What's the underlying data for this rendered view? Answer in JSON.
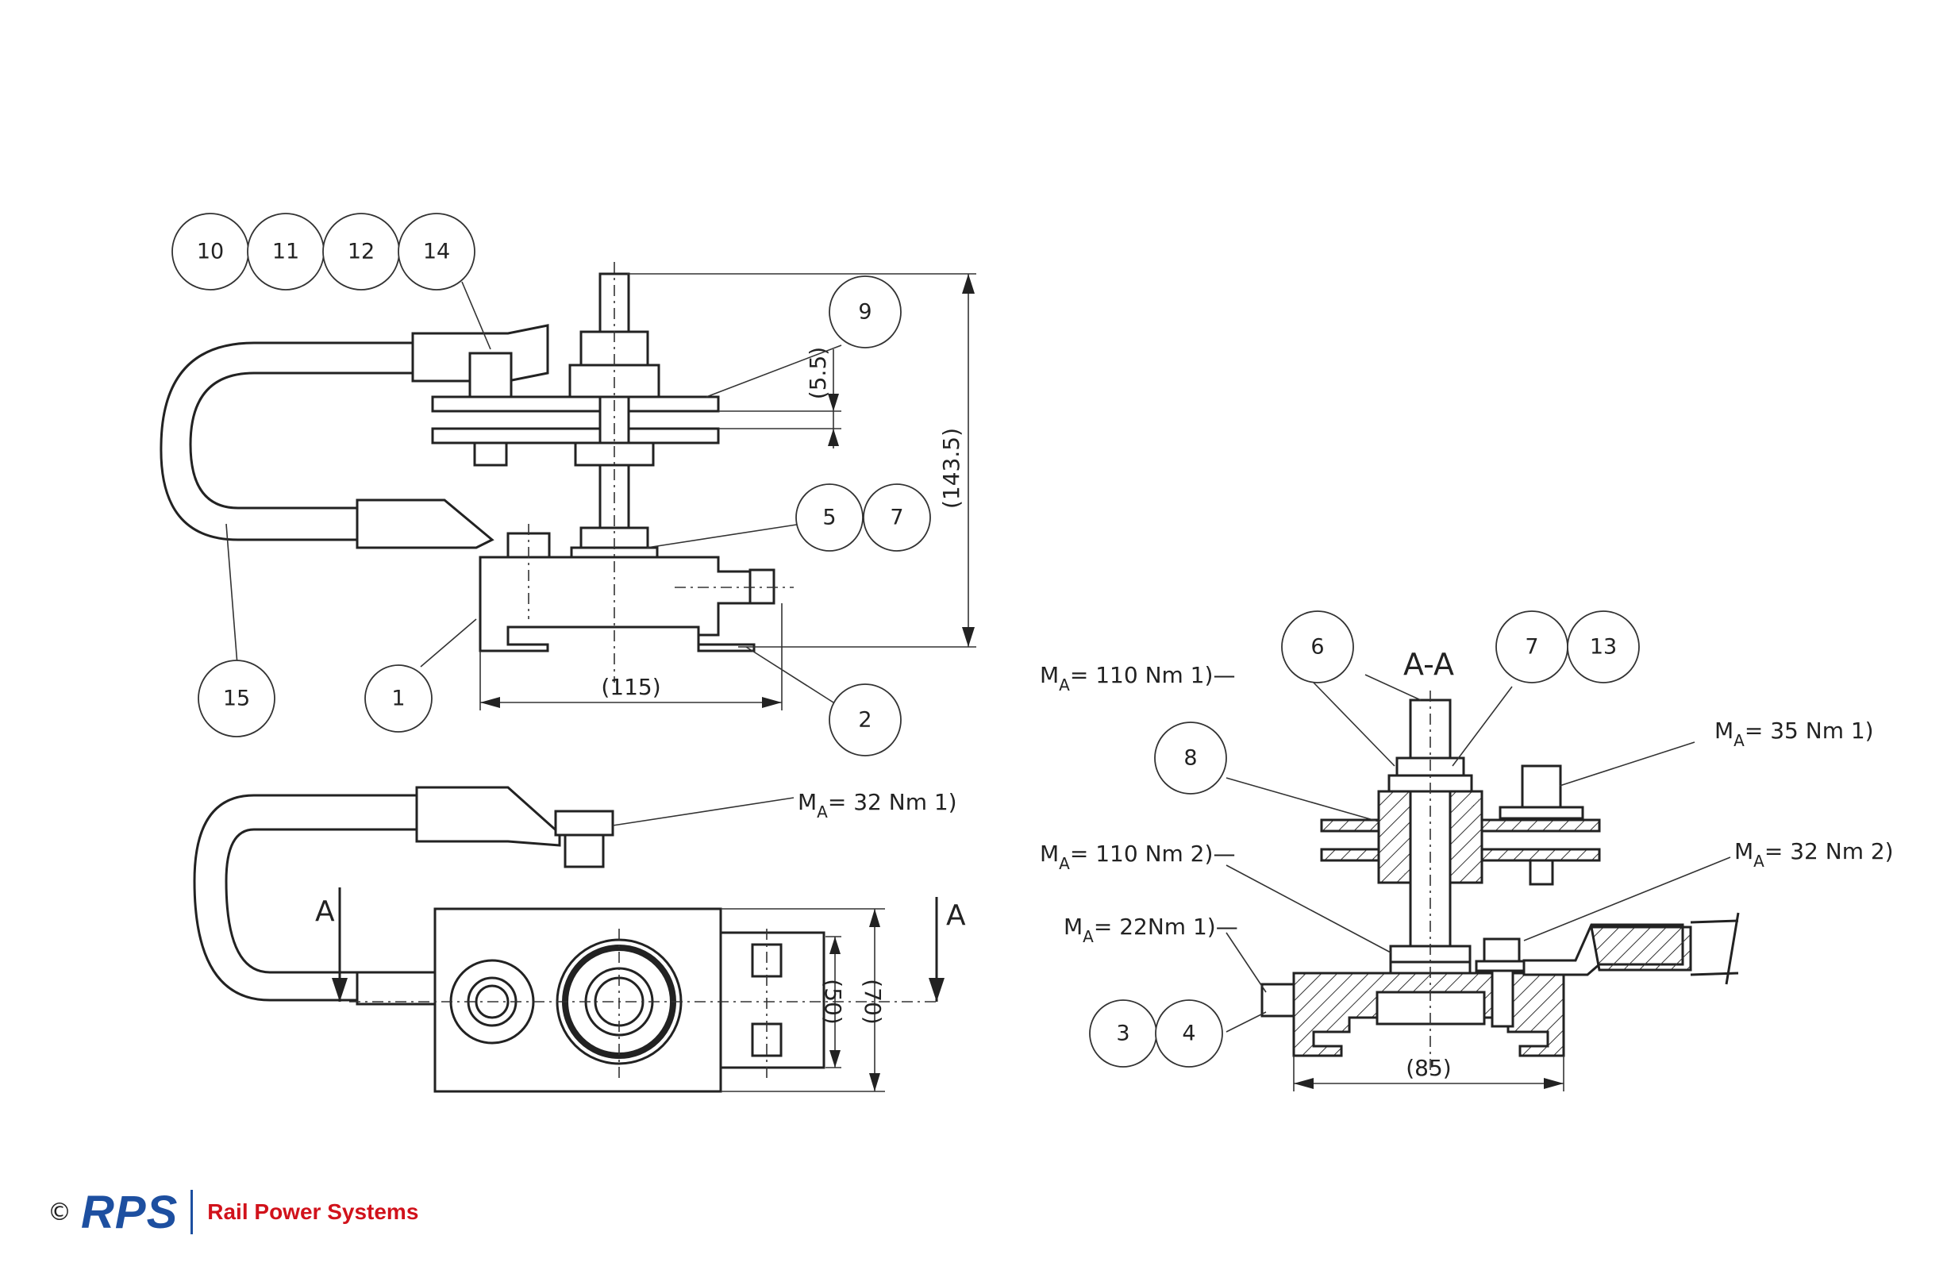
{
  "callouts": {
    "c10": "10",
    "c11": "11",
    "c12": "12",
    "c14": "14",
    "c9": "9",
    "c5": "5",
    "c7a": "7",
    "c15": "15",
    "c1": "1",
    "c2": "2",
    "c6": "6",
    "c7b": "7",
    "c13": "13",
    "c8": "8",
    "c3": "3",
    "c4": "4"
  },
  "dimensions": {
    "d143": "(143.5)",
    "d5_5": "(5.5)",
    "d115": "(115)",
    "d50": "(50)",
    "d70": "(70)",
    "d85": "(85)"
  },
  "section": {
    "label": "A-A",
    "arrow_left": "A",
    "arrow_right": "A"
  },
  "torques": {
    "t32a": "= 32 Nm 1)",
    "t110a": "= 110 Nm 1)",
    "t35": "= 35 Nm 1)",
    "t110b": "= 110 Nm 2)",
    "t32b": "= 32 Nm 2)",
    "t22": "= 22Nm 1)",
    "symbol": "M",
    "subscript": "A"
  },
  "footer": {
    "copyright": "©",
    "logo": "RPS",
    "company": "Rail Power Systems"
  },
  "colors": {
    "logo_blue": "#1d4fa0",
    "logo_red": "#d1121b"
  }
}
